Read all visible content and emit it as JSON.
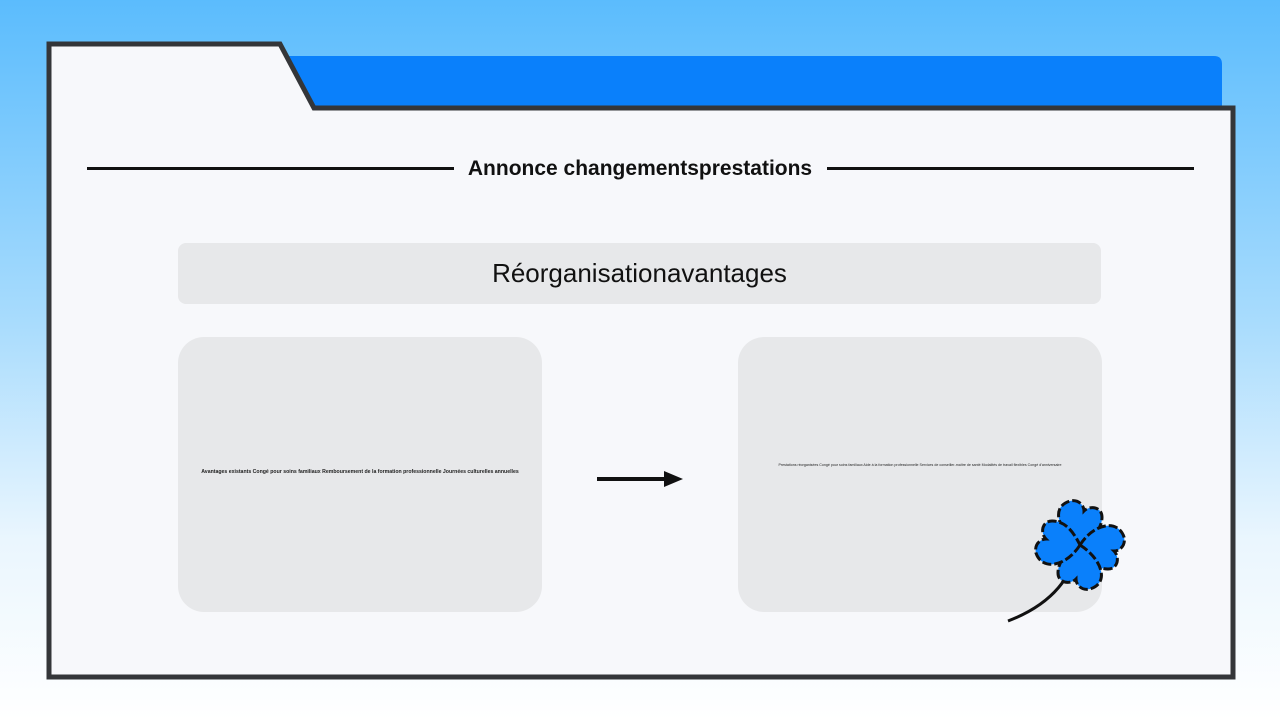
{
  "header": {
    "title": "Annonce changementsprestations"
  },
  "subtitle": "Réorganisationavantages",
  "cards": {
    "left": {
      "text": "Avantages existants   Congé pour soins familiaux Remboursement de la formation professionnelle Journées culturelles annuelles"
    },
    "right": {
      "text": "Prestations réorganisées   Congé pour soins familiaux Aide à la formation professionnelle Services de conseiller-maître de santé Modalités de travail flexibles Congé d'anniversaire"
    }
  },
  "decorations": {
    "arrow_icon": "arrow-right-icon",
    "clover_icon": "four-leaf-clover-icon"
  },
  "colors": {
    "accent_blue": "#0a80fb",
    "tab_blue": "#0a80fb",
    "panel": "#f7f8fb",
    "card": "#e7e8ea",
    "border": "#343639"
  }
}
